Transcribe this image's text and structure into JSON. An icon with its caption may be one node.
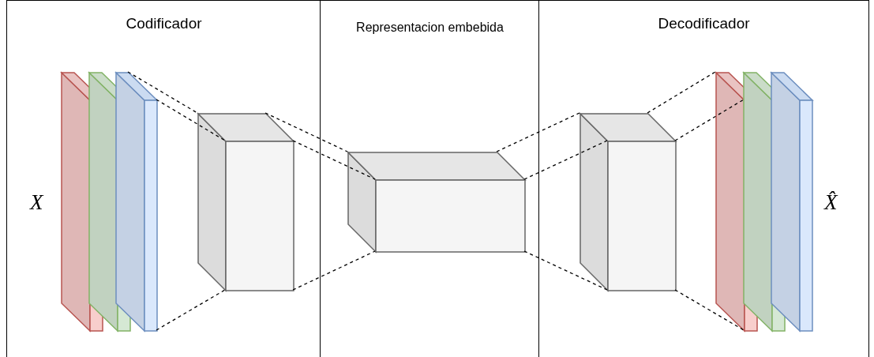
{
  "diagram": {
    "nodes": [
      {
        "text": [
          "Codificador"
        ]
      },
      {
        "text": [
          "Representacion embebida"
        ]
      },
      {
        "text": [
          "Decodificador"
        ]
      },
      {
        "text": [],
        "shape": "box",
        "in": 0
      },
      {
        "text": [],
        "shape": "box",
        "in": 0
      },
      {
        "text": [],
        "shape": "box",
        "in": 0
      },
      {
        "text": [],
        "shape": "box",
        "in": 0
      },
      {
        "text": [],
        "shape": "box",
        "in": 1
      },
      {
        "text": [],
        "shape": "box",
        "in": 2
      },
      {
        "text": [],
        "shape": "box",
        "in": 2
      },
      {
        "text": [],
        "shape": "box",
        "in": 2
      },
      {
        "text": [],
        "shape": "box",
        "in": 2
      }
    ],
    "edges": [
      {
        "from": 5,
        "to": 6,
        "arrow": "none",
        "style": "dashed"
      },
      {
        "from": 5,
        "to": 6,
        "arrow": "none",
        "style": "dashed"
      },
      {
        "from": 5,
        "to": 6,
        "arrow": "none",
        "style": "dashed"
      },
      {
        "from": 6,
        "to": 7,
        "arrow": "none",
        "style": "dashed"
      },
      {
        "from": 6,
        "to": 7,
        "arrow": "none",
        "style": "dashed"
      },
      {
        "from": 6,
        "to": 7,
        "arrow": "none",
        "style": "dashed"
      },
      {
        "from": 7,
        "to": 8,
        "arrow": "none",
        "style": "dashed"
      },
      {
        "from": 7,
        "to": 8,
        "arrow": "none",
        "style": "dashed"
      },
      {
        "from": 7,
        "to": 8,
        "arrow": "none",
        "style": "dashed"
      },
      {
        "from": 8,
        "to": 9,
        "arrow": "none",
        "style": "dashed"
      },
      {
        "from": 8,
        "to": 9,
        "arrow": "none",
        "style": "dashed"
      },
      {
        "from": 8,
        "to": 9,
        "arrow": "none",
        "style": "dashed"
      }
    ],
    "labels": [
      "X",
      "X̂"
    ]
  }
}
